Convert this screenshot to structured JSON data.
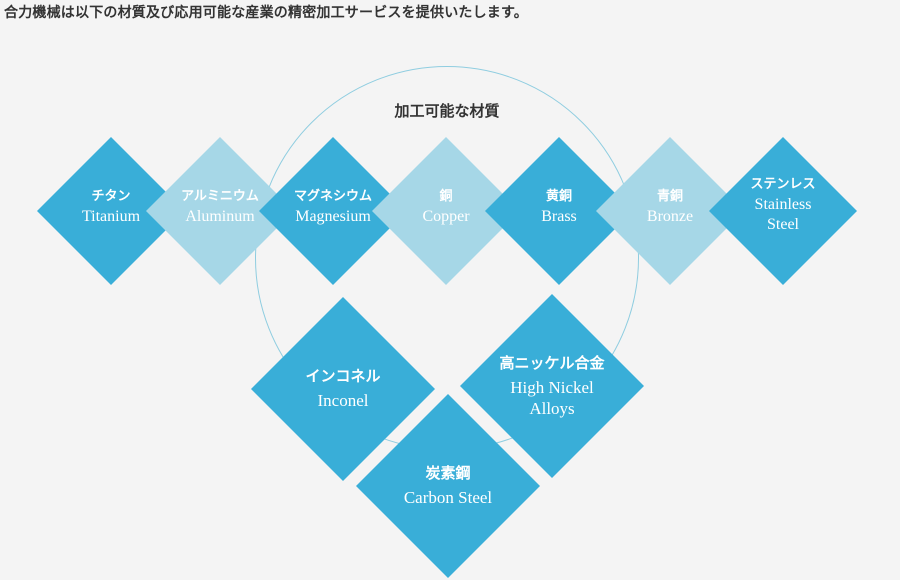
{
  "heading": "合力機械は以下の材質及び応用可能な産業の精密加工サービスを提供いたします。",
  "circle_label": "加工可能な材質",
  "materials": [
    {
      "jp": "チタン",
      "en": "Titanium"
    },
    {
      "jp": "アルミニウム",
      "en": "Aluminum"
    },
    {
      "jp": "マグネシウム",
      "en": "Magnesium"
    },
    {
      "jp": "銅",
      "en": "Copper"
    },
    {
      "jp": "黄銅",
      "en": "Brass"
    },
    {
      "jp": "青銅",
      "en": "Bronze"
    },
    {
      "jp": "ステンレス",
      "en": "Stainless Steel"
    }
  ],
  "lower_materials": [
    {
      "jp": "インコネル",
      "en": "Inconel"
    },
    {
      "jp": "高ニッケル合金",
      "en": "High Nickel Alloys"
    },
    {
      "jp": "炭素鋼",
      "en": "Carbon Steel"
    }
  ],
  "colors": {
    "dark": "#39aed8",
    "light": "#a6d7e7",
    "circle": "#8fcde0",
    "background": "#f4f4f4"
  }
}
